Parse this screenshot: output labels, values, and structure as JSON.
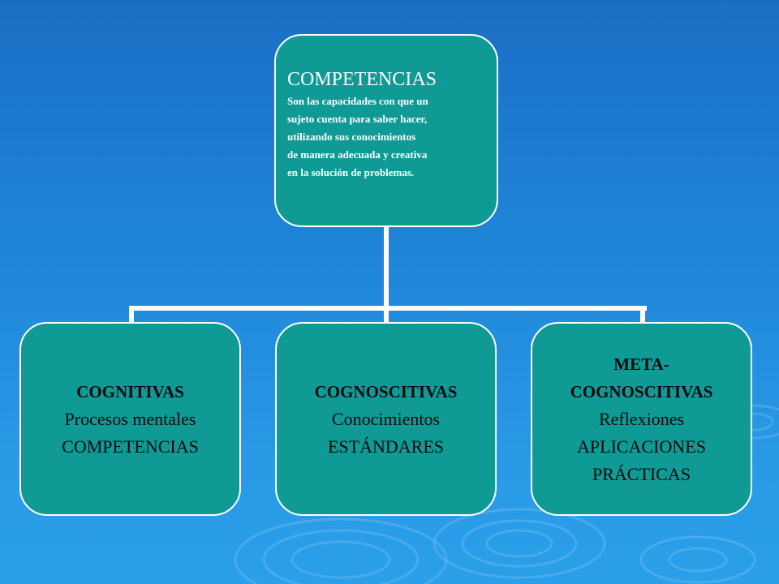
{
  "top_node": {
    "title": "COMPETENCIAS",
    "description": "Son las capacidades con que un\nsujeto cuenta para saber hacer,\nutilizando sus conocimientos\nde manera adecuada y creativa\nen la solución de problemas."
  },
  "children": [
    {
      "title": "COGNITIVAS",
      "line1": "Procesos mentales",
      "line2": "COMPETENCIAS"
    },
    {
      "title": "COGNOSCITIVAS",
      "line1": "Conocimientos",
      "line2": "ESTÁNDARES"
    },
    {
      "title_line1": "META-",
      "title_line2": "COGNOSCITIVAS",
      "line1": "Reflexiones",
      "line2": "APLICACIONES",
      "line3": "PRÁCTICAS"
    }
  ],
  "colors": {
    "node_fill": "#0f9a96",
    "node_border": "#ffffff",
    "background_top": "#1a6fc4",
    "background_bottom": "#2b9fe9"
  }
}
